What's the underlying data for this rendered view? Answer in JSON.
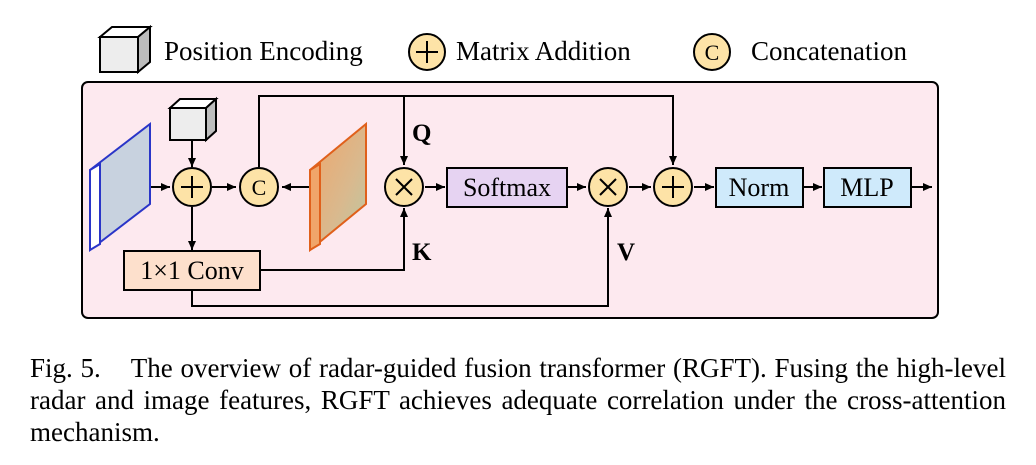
{
  "legend": {
    "position_encoding": "Position Encoding",
    "matrix_addition": "Matrix Addition",
    "concatenation": "Concatenation",
    "concat_symbol": "C"
  },
  "blocks": {
    "conv": "1×1 Conv",
    "softmax": "Softmax",
    "norm": "Norm",
    "mlp": "MLP",
    "concat_symbol": "C"
  },
  "labels": {
    "q": "Q",
    "k": "K",
    "v": "V"
  },
  "caption": {
    "figure_number": "Fig. 5.",
    "text": "The overview of radar-guided fusion transformer (RGFT). Fusing the high-level radar and image features, RGFT achieves adequate correlation under the cross-attention mechanism."
  },
  "colors": {
    "panel_fill": "#fde9ef",
    "operator_fill": "#fde3a7",
    "conv_fill": "#fde0cc",
    "softmax_fill": "#e6d3f2",
    "norm_mlp_fill": "#cfeafb",
    "radar_feature": "#c8d2df",
    "image_feature": "#e6b98a",
    "feature_edge_radar": "#2a35c8",
    "feature_edge_image": "#e0601b"
  }
}
